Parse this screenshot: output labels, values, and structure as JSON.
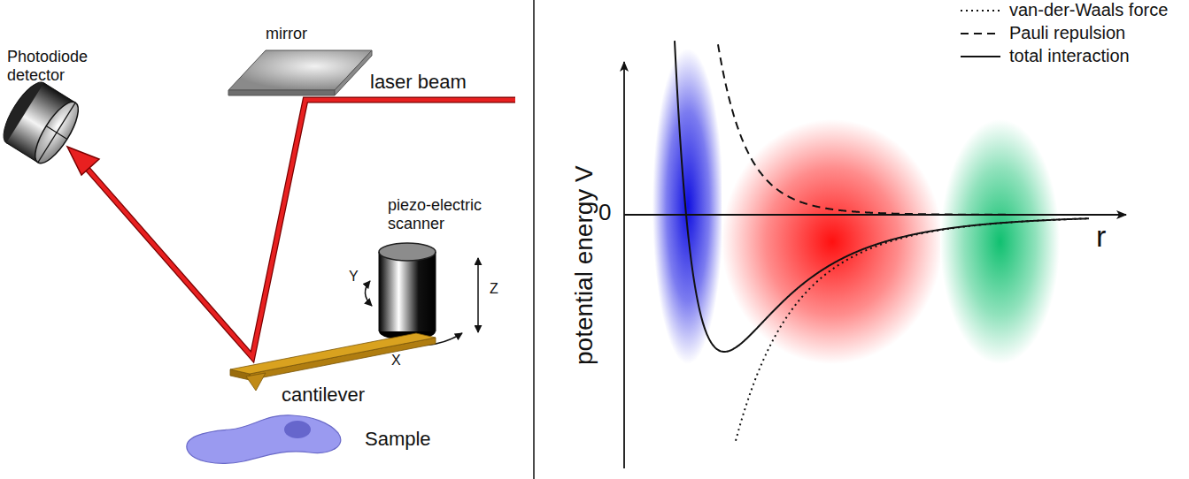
{
  "diagram": {
    "labels": [
      "Photodiode detector",
      "mirror",
      "laser beam",
      "piezo-electric scanner",
      "Y",
      "Z",
      "X",
      "cantilever",
      "Sample",
      "potential energy V",
      "0",
      "r"
    ],
    "legend": [
      {
        "text": "van-der-Waals force"
      },
      {
        "text": "Pauli repulsion"
      },
      {
        "text": "total interaction"
      }
    ]
  }
}
